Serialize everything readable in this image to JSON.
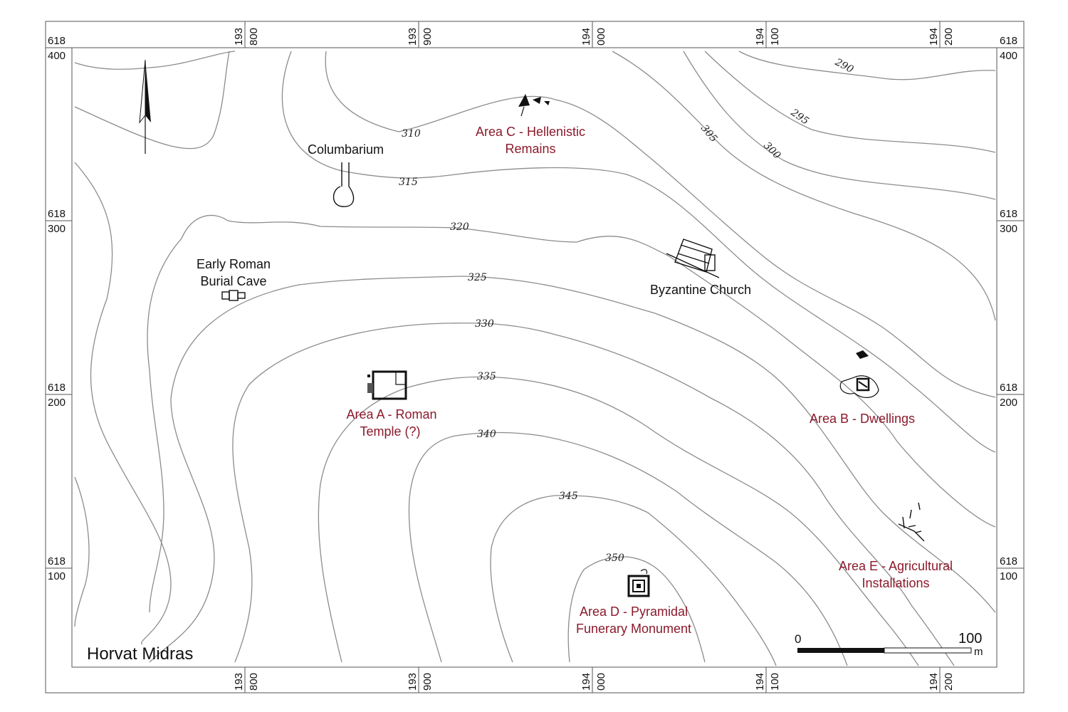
{
  "title": "Horvat Midras",
  "grid": {
    "easting_top": [
      "193",
      "193",
      "194",
      "194",
      "194"
    ],
    "easting_bottom": [
      "800",
      "900",
      "000",
      "100",
      "200"
    ],
    "northing_top": [
      "618",
      "618",
      "618",
      "618"
    ],
    "northing_bottom": [
      "400",
      "300",
      "200",
      "100"
    ]
  },
  "contours": [
    "290",
    "295",
    "300",
    "305",
    "310",
    "315",
    "320",
    "325",
    "330",
    "335",
    "340",
    "345",
    "350"
  ],
  "sites": {
    "columbarium": "Columbarium",
    "burial_cave_1": "Early Roman",
    "burial_cave_2": "Burial Cave",
    "church": "Byzantine Church"
  },
  "areas": {
    "a1": "Area A - Roman",
    "a2": "Temple (?)",
    "b1": "Area B - Dwellings",
    "c1": "Area C - Hellenistic",
    "c2": "Remains",
    "d1": "Area D - Pyramidal",
    "d2": "Funerary Monument",
    "e1": "Area E - Agricultural",
    "e2": "Installations"
  },
  "scale": {
    "start": "0",
    "end": "100",
    "unit": "m"
  },
  "colors": {
    "area_label": "#8b1a2b",
    "contour": "#8c8c8c",
    "frame": "#555555"
  }
}
